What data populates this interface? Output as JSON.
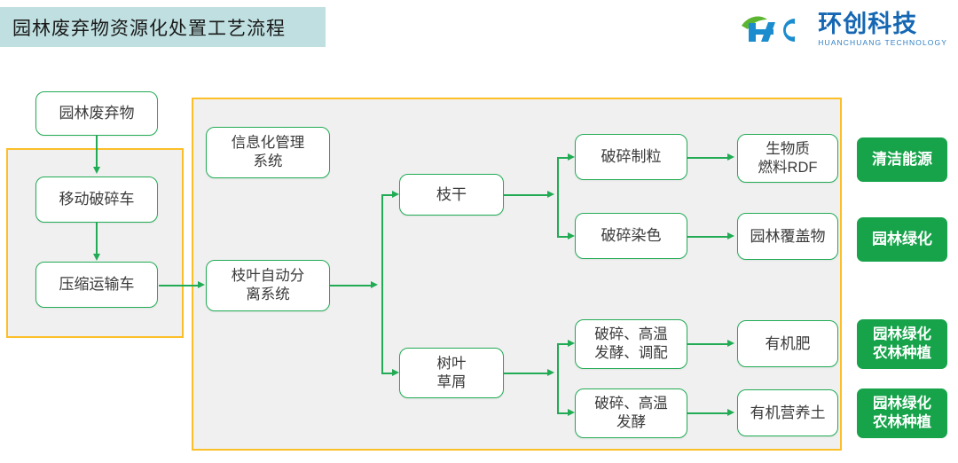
{
  "header": {
    "title": "园林废弃物资源化处置工艺流程",
    "banner_color": "#bfdfe0",
    "logo": {
      "mark_name": "hc-logo-icon",
      "brand_cn": "环创科技",
      "brand_en": "HUANCHUANG TECHNOLOGY",
      "brand_color": "#1567b3",
      "mark_green": "#5cb531",
      "mark_blue": "#1b8ccd"
    }
  },
  "colors": {
    "node_border": "#22ab55",
    "node_fill": "#ffffff",
    "group_border": "#fcbf28",
    "group_fill": "#f0f0f0",
    "output_fill": "#16a34a",
    "output_text": "#ffffff",
    "arrow": "#22ab55"
  },
  "groups": [
    {
      "name": "collection-transport-group",
      "label": ""
    },
    {
      "name": "processing-plant-group",
      "label": ""
    }
  ],
  "nodes": {
    "source": "园林废弃物",
    "mobile_crusher": "移动破碎车",
    "compaction_truck": "压缩运输车",
    "info_system_line1": "信息化管理",
    "info_system_line2": "系统",
    "separation_line1": "枝叶自动分",
    "separation_line2": "离系统",
    "branch": "枝干",
    "leaves_line1": "树叶",
    "leaves_line2": "草屑",
    "crush_pellet": "破碎制粒",
    "crush_dye": "破碎染色",
    "ferment_blend_line1": "破碎、高温",
    "ferment_blend_line2": "发酵、调配",
    "ferment_line1": "破碎、高温",
    "ferment_line2": "发酵",
    "rdf_line1": "生物质",
    "rdf_line2": "燃料RDF",
    "mulch": "园林覆盖物",
    "organic_fertilizer": "有机肥",
    "organic_soil": "有机营养土"
  },
  "outputs": [
    {
      "name": "clean-energy",
      "line1": "清洁能源",
      "line2": ""
    },
    {
      "name": "landscaping",
      "line1": "园林绿化",
      "line2": ""
    },
    {
      "name": "landscaping-agroforestry-1",
      "line1": "园林绿化",
      "line2": "农林种植"
    },
    {
      "name": "landscaping-agroforestry-2",
      "line1": "园林绿化",
      "line2": "农林种植"
    }
  ]
}
